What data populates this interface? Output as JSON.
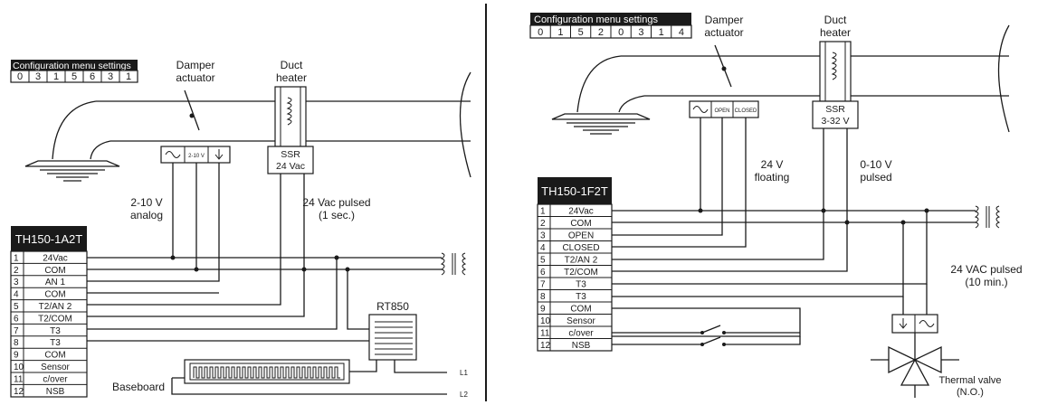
{
  "left": {
    "config_title": "Configuration menu settings",
    "config_digits": [
      "0",
      "3",
      "1",
      "5",
      "6",
      "3",
      "1"
    ],
    "damper_label": [
      "Damper",
      "actuator"
    ],
    "duct_label": [
      "Duct",
      "heater"
    ],
    "actuator_terms": [
      "~",
      "2-10 V",
      "⏚"
    ],
    "ssr_label": [
      "SSR",
      "24 Vac"
    ],
    "signal1": [
      "2-10 V",
      "analog"
    ],
    "signal2": [
      "24 Vac pulsed",
      "(1 sec.)"
    ],
    "controller_name": "TH150-1A2T",
    "terminals": [
      {
        "n": "1",
        "label": "24Vac"
      },
      {
        "n": "2",
        "label": "COM"
      },
      {
        "n": "3",
        "label": "AN 1"
      },
      {
        "n": "4",
        "label": "COM"
      },
      {
        "n": "5",
        "label": "T2/AN 2"
      },
      {
        "n": "6",
        "label": "T2/COM"
      },
      {
        "n": "7",
        "label": "T3"
      },
      {
        "n": "8",
        "label": "T3"
      },
      {
        "n": "9",
        "label": "COM"
      },
      {
        "n": "10",
        "label": "Sensor"
      },
      {
        "n": "11",
        "label": "c/over"
      },
      {
        "n": "12",
        "label": "NSB"
      }
    ],
    "relay_name": "RT850",
    "baseboard_label": "Baseboard",
    "line_labels": [
      "L1",
      "L2"
    ]
  },
  "right": {
    "config_title": "Configuration menu settings",
    "config_digits": [
      "0",
      "1",
      "5",
      "2",
      "0",
      "3",
      "1",
      "4"
    ],
    "damper_label": [
      "Damper",
      "actuator"
    ],
    "duct_label": [
      "Duct",
      "heater"
    ],
    "actuator_terms": [
      "~",
      "OPEN",
      "CLOSED"
    ],
    "ssr_label": [
      "SSR",
      "3-32 V"
    ],
    "signal1": [
      "24 V",
      "floating"
    ],
    "signal2": [
      "0-10 V",
      "pulsed"
    ],
    "controller_name": "TH150-1F2T",
    "terminals": [
      {
        "n": "1",
        "label": "24Vac"
      },
      {
        "n": "2",
        "label": "COM"
      },
      {
        "n": "3",
        "label": "OPEN"
      },
      {
        "n": "4",
        "label": "CLOSED"
      },
      {
        "n": "5",
        "label": "T2/AN 2"
      },
      {
        "n": "6",
        "label": "T2/COM"
      },
      {
        "n": "7",
        "label": "T3"
      },
      {
        "n": "8",
        "label": "T3"
      },
      {
        "n": "9",
        "label": "COM"
      },
      {
        "n": "10",
        "label": "Sensor"
      },
      {
        "n": "11",
        "label": "c/over"
      },
      {
        "n": "12",
        "label": "NSB"
      }
    ],
    "pulse_label": [
      "24 VAC pulsed",
      "(10 min.)"
    ],
    "valve_terms": [
      "⏚",
      "~"
    ],
    "valve_label": [
      "Thermal valve",
      "(N.O.)"
    ]
  }
}
